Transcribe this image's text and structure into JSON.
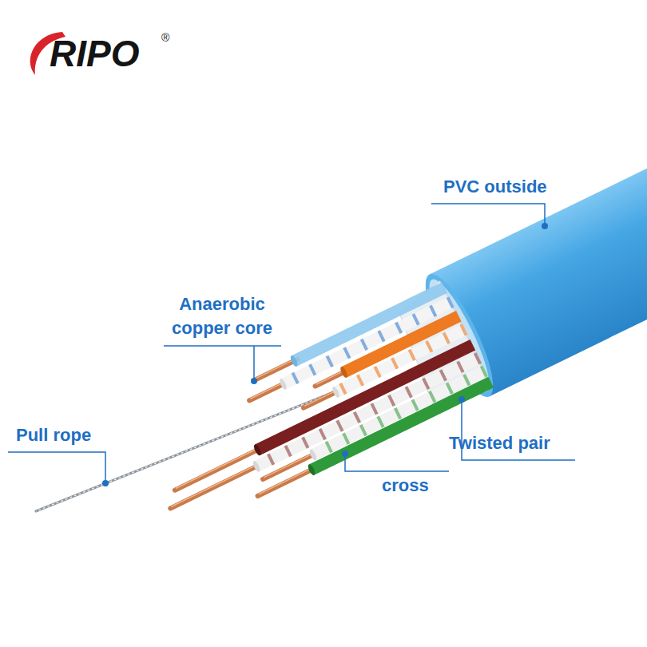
{
  "diagram": {
    "labels": [
      "RIPO",
      "®",
      "PVC outside",
      "Anaerobic copper core",
      "Pull rope",
      "Twisted pair",
      "cross"
    ]
  }
}
